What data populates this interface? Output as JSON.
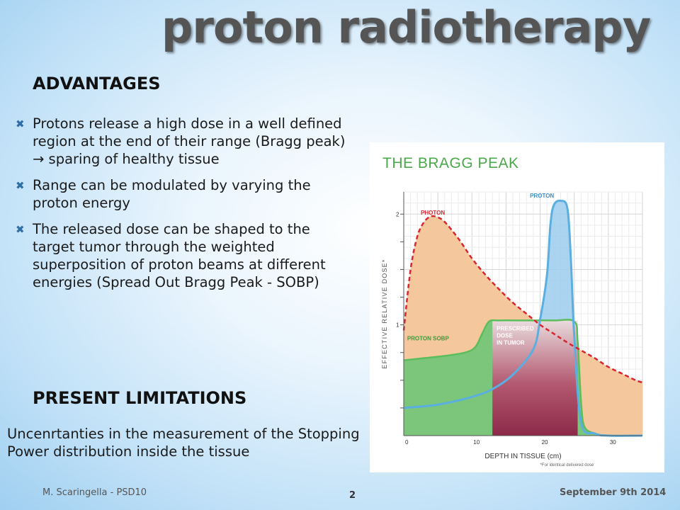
{
  "slide": {
    "title": "proton radiotherapy",
    "advantages_heading": "ADVANTAGES",
    "advantages": [
      "Protons release a high dose in a well defined region at the end of their range (Bragg peak) → sparing of healthy tissue",
      "Range can be modulated  by varying the proton energy",
      "The released dose can be shaped to the target tumor through the weighted superposition of proton beams at different energies (Spread Out Bragg Peak - SOBP)"
    ],
    "bullet_glyph": "✖",
    "limitations_heading": "PRESENT LIMITATIONS",
    "limitations_text": "Uncenrtanties in the measurement of the Stopping Power distribution inside the tissue",
    "footer_left": "M. Scaringella - PSD10",
    "page_number": "2",
    "footer_right": "September 9th 2014"
  },
  "chart_data": {
    "type": "line",
    "title": "THE BRAGG PEAK",
    "xlabel": "DEPTH IN TISSUE (cm)",
    "ylabel": "EFFECTIVE RELATIVE DOSE*",
    "footnote": "*For identical delivered dose",
    "xlim": [
      0,
      35
    ],
    "ylim": [
      0,
      2.2
    ],
    "x_ticks": [
      "0",
      "10",
      "20",
      "30"
    ],
    "y_ticks": [
      "1",
      "2"
    ],
    "grid": true,
    "region": {
      "label": "PRESCRIBED DOSE IN TUMOR",
      "x_start": 13,
      "x_end": 25.5
    },
    "series": [
      {
        "name": "PHOTON",
        "color": "#d9262e",
        "fill": "#f4c89c",
        "x": [
          0,
          1,
          2,
          3,
          4,
          5,
          6,
          8,
          10,
          12,
          14,
          16,
          18,
          20,
          22,
          24,
          26,
          28,
          30,
          32,
          34,
          35
        ],
        "y": [
          0.95,
          1.5,
          1.8,
          1.93,
          1.98,
          1.97,
          1.93,
          1.78,
          1.6,
          1.45,
          1.32,
          1.2,
          1.1,
          1.0,
          0.92,
          0.84,
          0.77,
          0.7,
          0.62,
          0.56,
          0.5,
          0.48
        ]
      },
      {
        "name": "PROTON",
        "color": "#5aaee0",
        "fill": "#9ccdef",
        "x": [
          0,
          5,
          10,
          13,
          16,
          19,
          20,
          21,
          21.5,
          22,
          23,
          24,
          24.5,
          25,
          26,
          28,
          30,
          35
        ],
        "y": [
          0.25,
          0.28,
          0.35,
          0.42,
          0.55,
          0.78,
          1.05,
          1.45,
          1.9,
          2.08,
          2.12,
          2.05,
          1.6,
          0.9,
          0.12,
          0.02,
          0.0,
          0.0
        ]
      },
      {
        "name": "PROTON SOBP",
        "color": "#5cbd5c",
        "fill": "#7cc67c",
        "x": [
          0,
          3,
          6,
          9,
          10.5,
          11.5,
          12.5,
          14,
          18,
          22,
          25,
          25.5,
          26,
          26.5,
          28,
          30,
          35
        ],
        "y": [
          0.68,
          0.7,
          0.72,
          0.75,
          0.8,
          0.92,
          1.03,
          1.04,
          1.04,
          1.04,
          1.03,
          0.85,
          0.3,
          0.08,
          0.02,
          0.0,
          0.0
        ]
      }
    ]
  }
}
